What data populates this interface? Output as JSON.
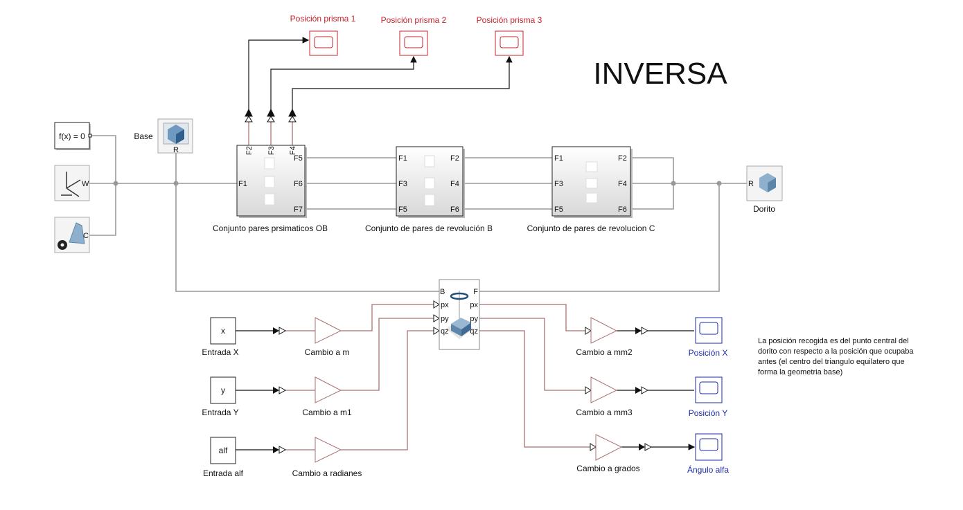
{
  "title": "INVERSA",
  "colors": {
    "physical_line": "#999999",
    "signal_line": "#a87070",
    "scope_red": "#c8202a",
    "scope_blue": "#1a2aa8"
  },
  "blocks": {
    "solver": {
      "text": "f(x) = 0"
    },
    "world": {
      "port": "W"
    },
    "config": {
      "port": "C"
    },
    "base": {
      "label": "Base",
      "port": "R"
    },
    "prismatic": {
      "label": "Conjunto pares prsimaticos OB",
      "ports": [
        "F1",
        "F2",
        "F3",
        "F4",
        "F5",
        "F6",
        "F7"
      ]
    },
    "rev_b": {
      "label": "Conjunto de pares de revolución B",
      "ports": [
        "F1",
        "F2",
        "F3",
        "F4",
        "F5",
        "F6"
      ]
    },
    "rev_c": {
      "label": "Conjunto de pares de revolucion C",
      "ports": [
        "F1",
        "F2",
        "F3",
        "F4",
        "F5",
        "F6"
      ]
    },
    "dorito": {
      "label": "Dorito",
      "port": "R"
    },
    "transform": {
      "ports_left": [
        "B",
        "px",
        "py",
        "qz"
      ],
      "ports_right": [
        "F",
        "px",
        "py",
        "qz"
      ]
    },
    "scopes_top": [
      {
        "label": "Posición prisma 1"
      },
      {
        "label": "Posición prisma 2"
      },
      {
        "label": "Posición prisma 3"
      }
    ],
    "inputs": [
      {
        "text": "x",
        "label": "Entrada X"
      },
      {
        "text": "y",
        "label": "Entrada Y"
      },
      {
        "text": "alf",
        "label": "Entrada alf"
      }
    ],
    "gains_in": [
      {
        "label": "Cambio a m"
      },
      {
        "label": "Cambio a m1"
      },
      {
        "label": "Cambio a radianes"
      }
    ],
    "gains_out": [
      {
        "label": "Cambio a mm2"
      },
      {
        "label": "Cambio a mm3"
      },
      {
        "label": "Cambio a grados"
      }
    ],
    "scopes_out": [
      {
        "label": "Posición X"
      },
      {
        "label": "Posición Y"
      },
      {
        "label": "Ángulo alfa"
      }
    ]
  },
  "note": [
    "La posición recogida es del punto central del",
    "dorito con respecto a la posición que ocupaba",
    "antes (el centro del triangulo equilatero que",
    "forma la geometria base)"
  ]
}
